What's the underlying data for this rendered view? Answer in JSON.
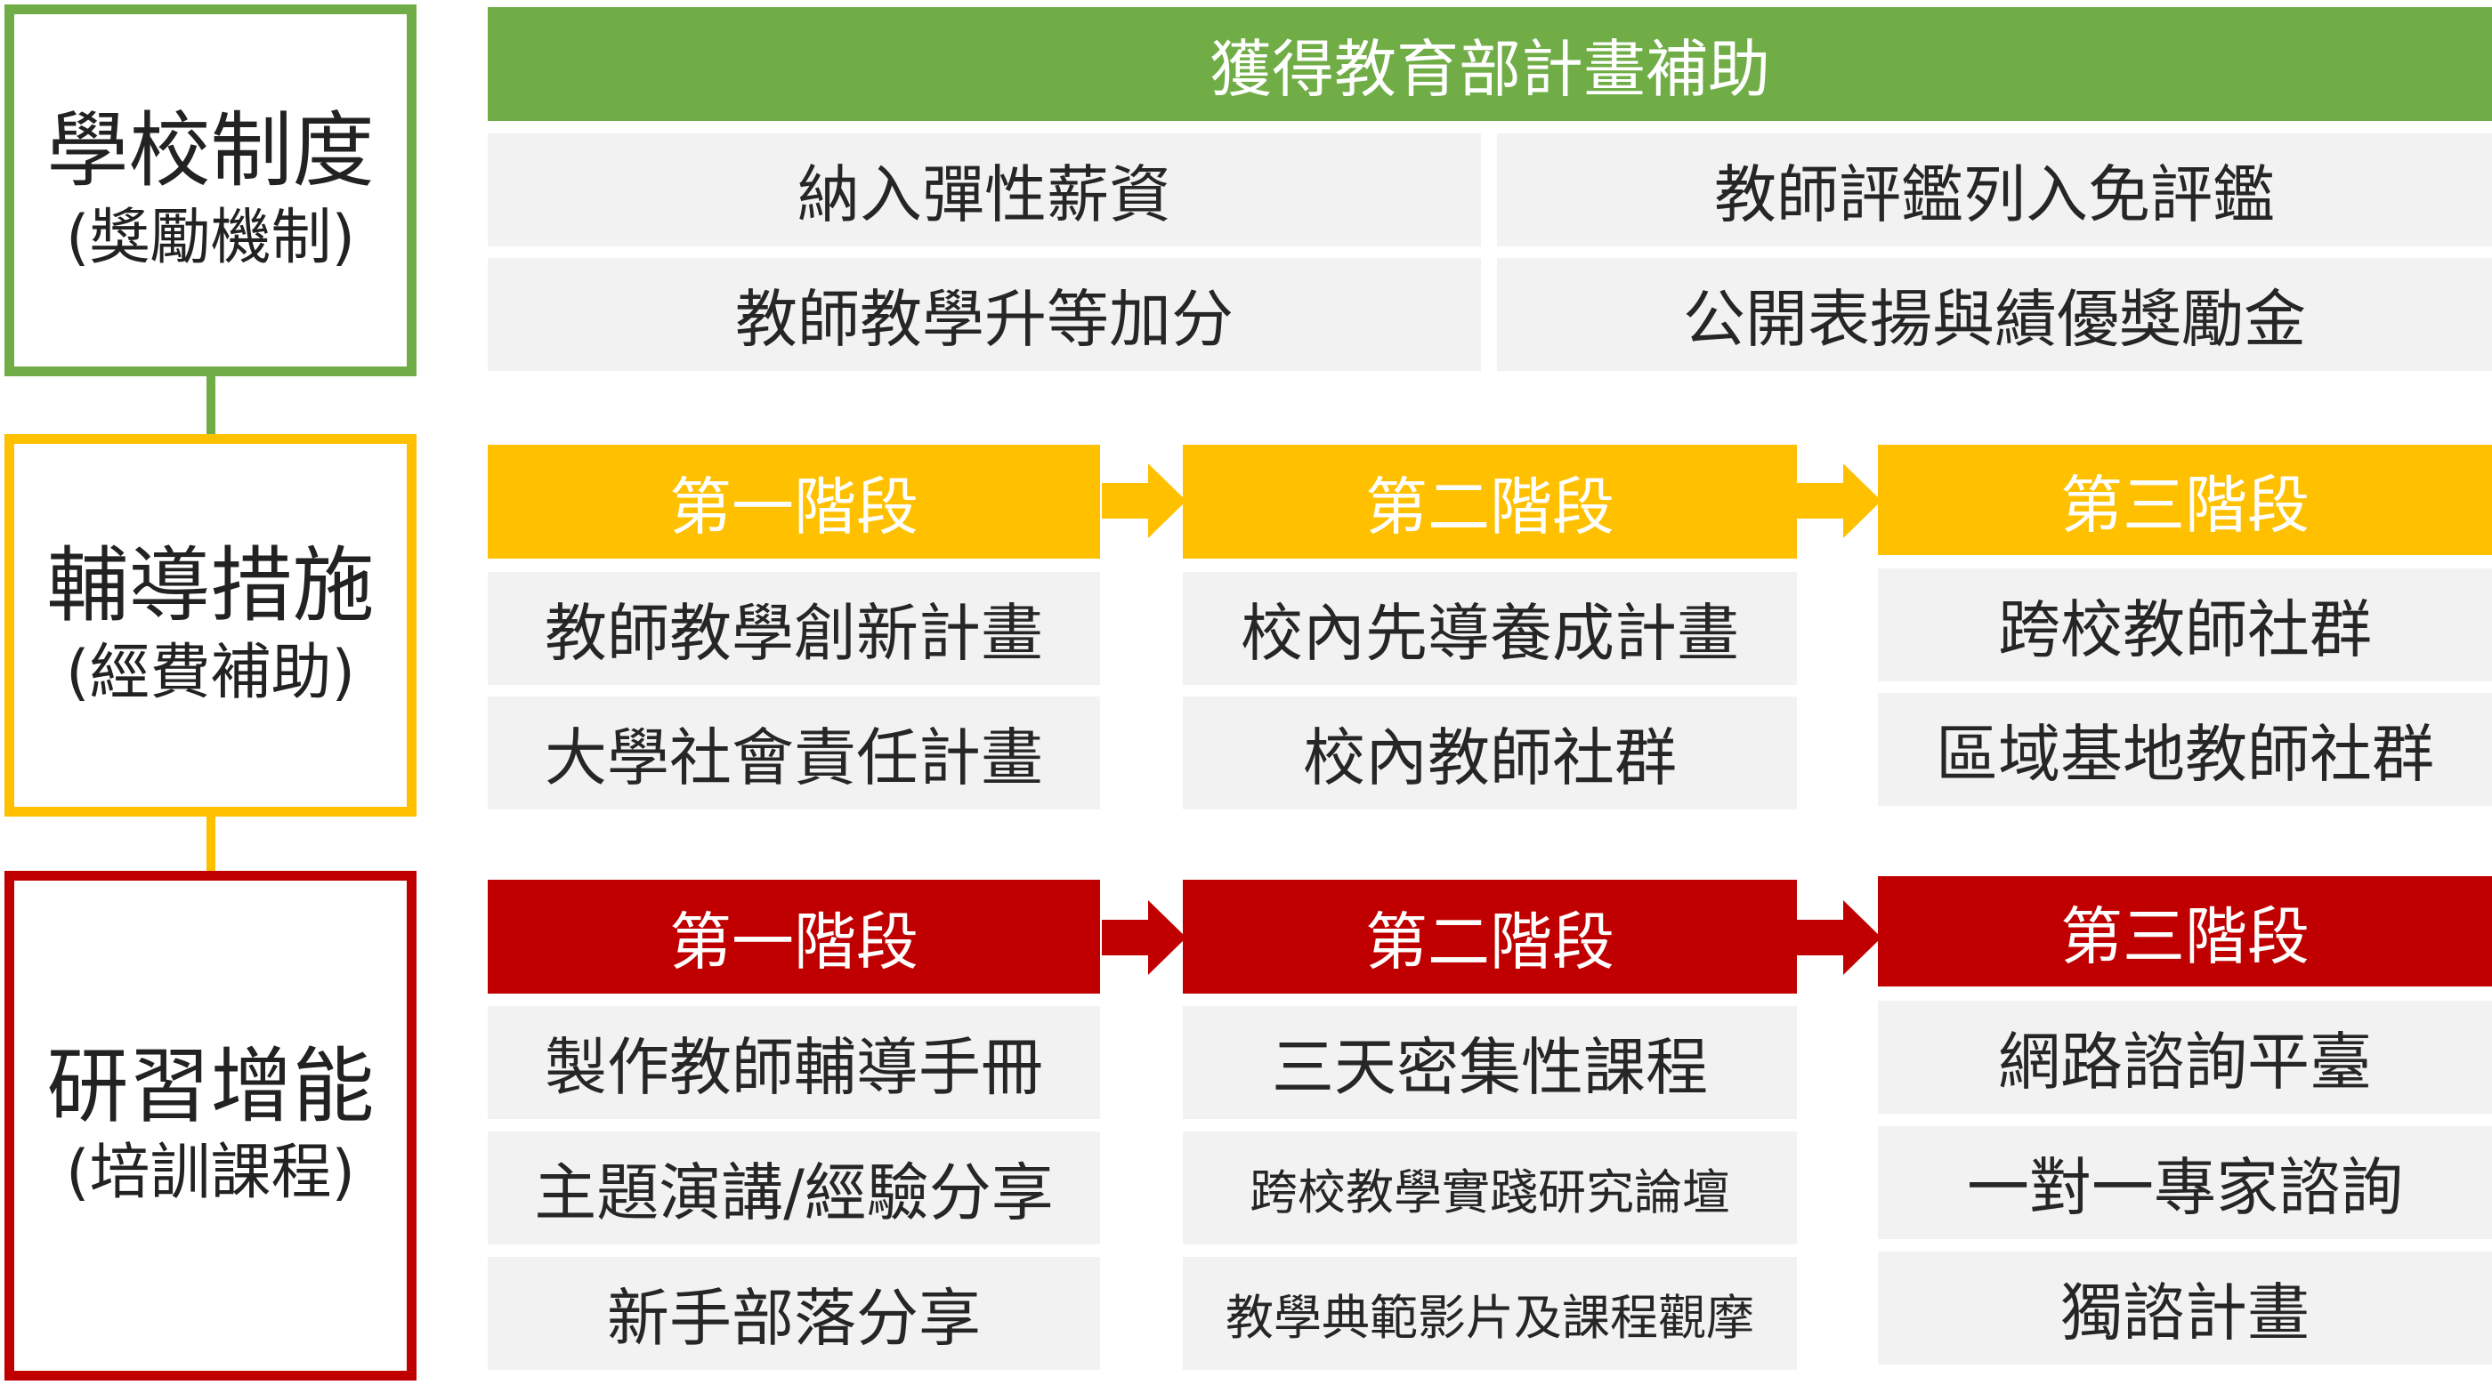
{
  "colors": {
    "green": "#70ad47",
    "yellow": "#ffc000",
    "red": "#c00000",
    "cell_bg": "#f2f2f2"
  },
  "institution": {
    "title": "學校制度",
    "subtitle": "(獎勵機制)",
    "header": "獲得教育部計畫補助",
    "items": [
      "納入彈性薪資",
      "教師評鑑列入免評鑑",
      "教師教學升等加分",
      "公開表揚與績優獎勵金"
    ]
  },
  "counseling": {
    "title": "輔導措施",
    "subtitle": "(經費補助)",
    "stages": [
      {
        "label": "第一階段",
        "items": [
          "教師教學創新計畫",
          "大學社會責任計畫"
        ]
      },
      {
        "label": "第二階段",
        "items": [
          "校內先導養成計畫",
          "校內教師社群"
        ]
      },
      {
        "label": "第三階段",
        "items": [
          "跨校教師社群",
          "區域基地教師社群"
        ]
      }
    ]
  },
  "training": {
    "title": "研習增能",
    "subtitle": "(培訓課程)",
    "stages": [
      {
        "label": "第一階段",
        "items": [
          "製作教師輔導手冊",
          "主題演講/經驗分享",
          "新手部落分享"
        ]
      },
      {
        "label": "第二階段",
        "items": [
          "三天密集性課程",
          "跨校教學實踐研究論壇",
          "教學典範影片及課程觀摩"
        ]
      },
      {
        "label": "第三階段",
        "items": [
          "網路諮詢平臺",
          "一對一專家諮詢",
          "獨諮計畫"
        ]
      }
    ]
  }
}
